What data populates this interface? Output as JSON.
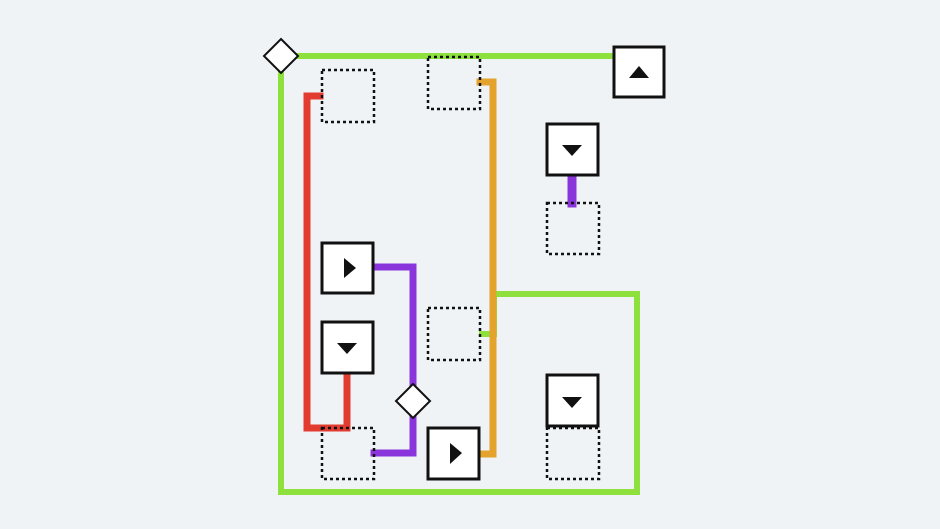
{
  "colors": {
    "background": "#eff3f6",
    "green": "#8ee03c",
    "red": "#e23b30",
    "purple": "#8a35dc",
    "orange": "#e3a32d",
    "box_border": "#111111"
  },
  "slots": [
    {
      "id": "slot-top-left",
      "state": "empty"
    },
    {
      "id": "slot-top-middle",
      "state": "empty"
    },
    {
      "id": "slot-right-upper",
      "state": "empty"
    },
    {
      "id": "slot-center",
      "state": "empty"
    },
    {
      "id": "slot-bottom-left",
      "state": "empty"
    },
    {
      "id": "slot-bottom-right",
      "state": "empty"
    }
  ],
  "buttons": [
    {
      "id": "button-up-top-right",
      "icon": "triangle-up-icon"
    },
    {
      "id": "button-down-right-upper",
      "icon": "triangle-down-icon"
    },
    {
      "id": "button-right-left-middle",
      "icon": "triangle-right-icon"
    },
    {
      "id": "button-down-left-lower",
      "icon": "triangle-down-icon"
    },
    {
      "id": "button-right-bottom-middle",
      "icon": "triangle-right-icon"
    },
    {
      "id": "button-down-bottom-right",
      "icon": "triangle-down-icon"
    }
  ],
  "junctions": [
    {
      "id": "diamond-top-left"
    },
    {
      "id": "diamond-middle"
    }
  ],
  "wires": [
    {
      "id": "wire-green-outer",
      "color": "green"
    },
    {
      "id": "wire-green-inner",
      "color": "green"
    },
    {
      "id": "wire-red",
      "color": "red"
    },
    {
      "id": "wire-purple-left",
      "color": "purple"
    },
    {
      "id": "wire-purple-right",
      "color": "purple"
    },
    {
      "id": "wire-orange",
      "color": "orange"
    }
  ]
}
